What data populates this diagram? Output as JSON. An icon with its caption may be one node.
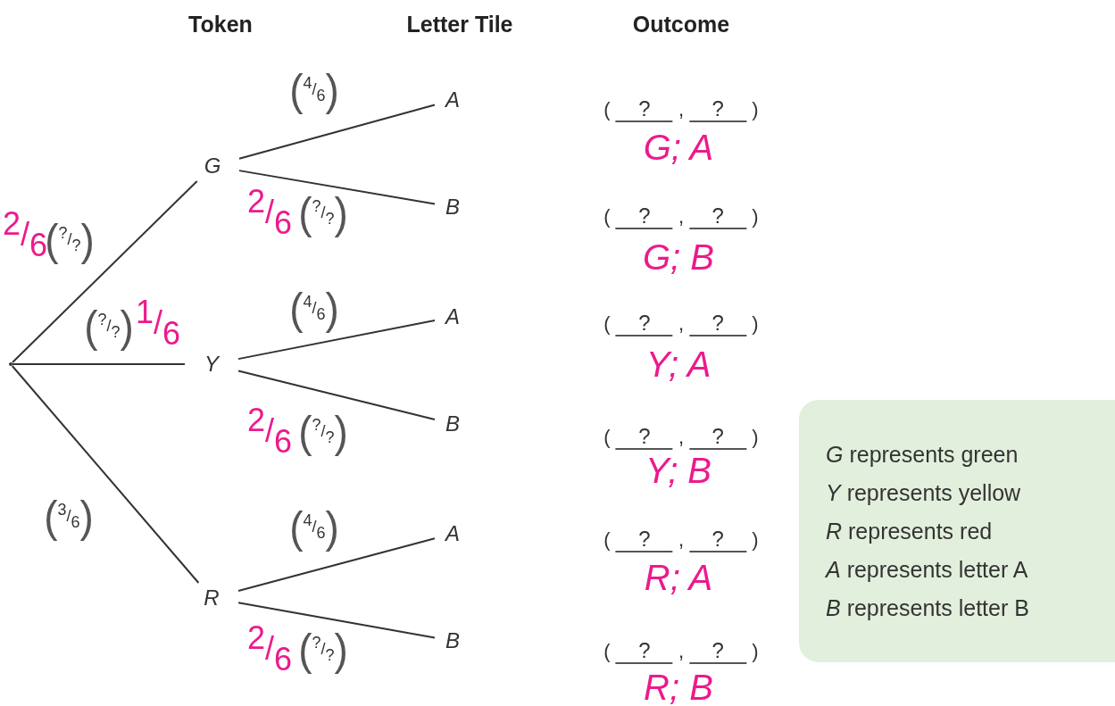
{
  "diagram": {
    "nodes": [
      {
        "text": [],
        "shape": "point"
      },
      {
        "text": [
          "G"
        ]
      },
      {
        "text": [
          "Y"
        ]
      },
      {
        "text": [
          "R"
        ]
      },
      {
        "text": [
          "A"
        ]
      },
      {
        "text": [
          "B"
        ]
      },
      {
        "text": [
          "A"
        ]
      },
      {
        "text": [
          "B"
        ]
      },
      {
        "text": [
          "A"
        ]
      },
      {
        "text": [
          "B"
        ]
      },
      {
        "text": [
          "*G* represents green",
          "*Y* represents yellow",
          "*R* represents red",
          "*A* represents letter A",
          "*B* represents letter B"
        ]
      }
    ],
    "edges": [
      {
        "from": 0,
        "to": 1,
        "arrow": "none",
        "label": "(?/?)"
      },
      {
        "from": 0,
        "to": 2,
        "arrow": "none",
        "label": "(?/?)"
      },
      {
        "from": 0,
        "to": 3,
        "arrow": "none",
        "label": "(3/6)"
      },
      {
        "from": 1,
        "to": 4,
        "arrow": "none",
        "label": "(4/6)"
      },
      {
        "from": 1,
        "to": 5,
        "arrow": "none",
        "label": "(?/?)"
      },
      {
        "from": 2,
        "to": 6,
        "arrow": "none",
        "label": "(4/6)"
      },
      {
        "from": 2,
        "to": 7,
        "arrow": "none",
        "label": "(?/?)"
      },
      {
        "from": 3,
        "to": 8,
        "arrow": "none",
        "label": "(4/6)"
      },
      {
        "from": 3,
        "to": 9,
        "arrow": "none",
        "label": "(?/?)"
      }
    ],
    "labels": [
      "Token",
      "Letter Tile",
      "Outcome",
      "( ? , ? )",
      "G; A",
      "( ? , ? )",
      "G; B",
      "( ? , ? )",
      "Y; A",
      "( ? , ? )",
      "Y; B",
      "( ? , ? )",
      "R; A",
      "( ? , ? )",
      "R; B",
      "2/6",
      "1/6",
      "2/6",
      "2/6",
      "2/6"
    ]
  }
}
